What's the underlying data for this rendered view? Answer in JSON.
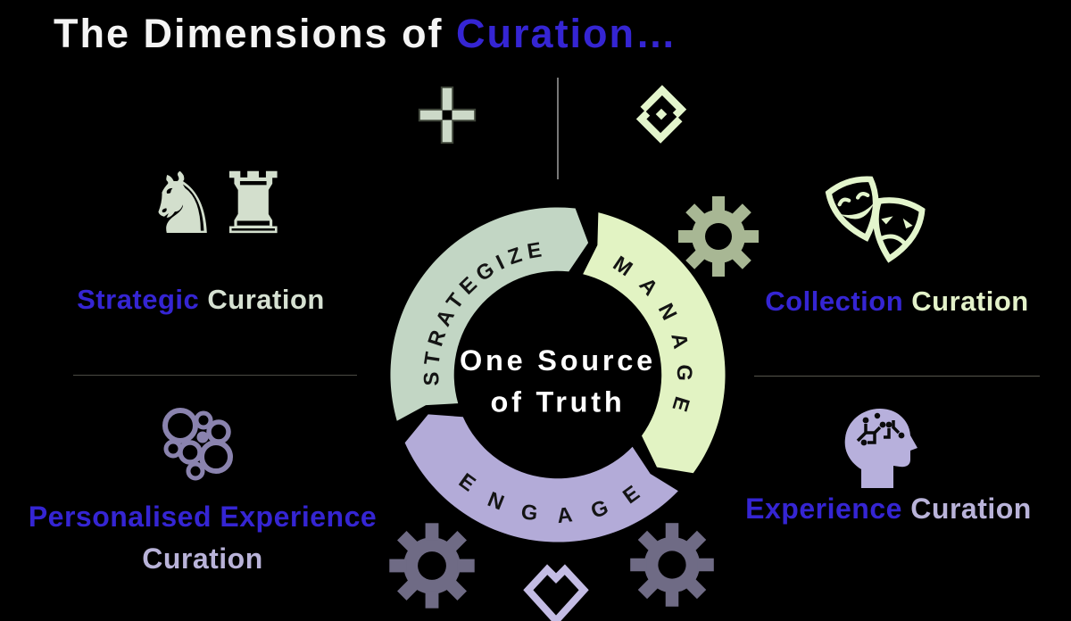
{
  "title": {
    "prefix": "The Dimensions of ",
    "highlight": "Curation…"
  },
  "donut": {
    "center_line1": "One Source",
    "center_line2": "of Truth",
    "segments": [
      {
        "label": "STRATEGIZE",
        "color": "#c2d6c4"
      },
      {
        "label": "MANAGE",
        "color": "#e2f3c3"
      },
      {
        "label": "ENGAGE",
        "color": "#b3abd8"
      }
    ]
  },
  "quadrants": {
    "strategic": {
      "highlight": "Strategic",
      "rest": "Curation"
    },
    "collection": {
      "highlight": "Collection",
      "rest": "Curation"
    },
    "personalised": {
      "highlight": "Personalised Experience",
      "rest": "Curation"
    },
    "experience": {
      "highlight": "Experience",
      "rest": "Curation"
    }
  },
  "icons": {
    "chess_knight": "♞",
    "chess_rook": "♜",
    "plus": "crosshair-plus-shape",
    "diamond_brackets": "diamond-brackets-shape",
    "theater_masks": "comedy-tragedy-masks-shape",
    "gear": "gear-shape",
    "bubbles": "bubble-cluster-shape",
    "head_circuit": "head-with-circuit-brain-shape",
    "heart": "geometric-heart-outline-shape"
  },
  "colors": {
    "background": "#000000",
    "accent_blue": "#3525d3",
    "title_white": "#f4f4f4",
    "sage_segment": "#c2d6c4",
    "lime_segment": "#e2f3c3",
    "lavender_segment": "#b3abd8",
    "pale_sage": "#d3dfcd",
    "pale_lime": "#e3f5cc",
    "pale_lavender": "#c3bce4",
    "muted_purple": "#8a83ae",
    "olive_gear": "#a8b794",
    "gray_gear": "#6f6b85",
    "divider_gray": "#787878"
  }
}
